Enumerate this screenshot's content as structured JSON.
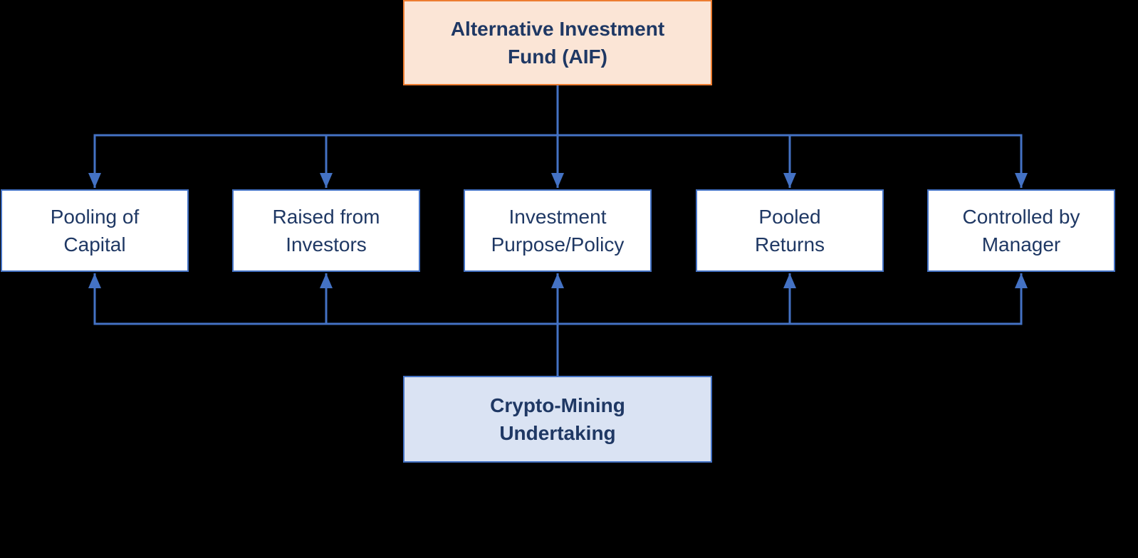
{
  "aif_box": {
    "label": "Alternative Investment\nFund (AIF)"
  },
  "criteria": [
    {
      "label": "Pooling of\nCapital"
    },
    {
      "label": "Raised from\nInvestors"
    },
    {
      "label": "Investment\nPurpose/Policy"
    },
    {
      "label": "Pooled\nReturns"
    },
    {
      "label": "Controlled by\nManager"
    }
  ],
  "bottom_box": {
    "label": "Crypto-Mining\nUndertaking"
  },
  "colors": {
    "background": "#000000",
    "aif-fill": "#FBE5D6",
    "aif-border": "#ED7D31",
    "criteria-fill": "#FFFFFF",
    "criteria-border": "#4472C4",
    "crypto-fill": "#DAE3F3",
    "crypto-border": "#4472C4",
    "arrow": "#4472C4",
    "text": "#1F3864"
  }
}
